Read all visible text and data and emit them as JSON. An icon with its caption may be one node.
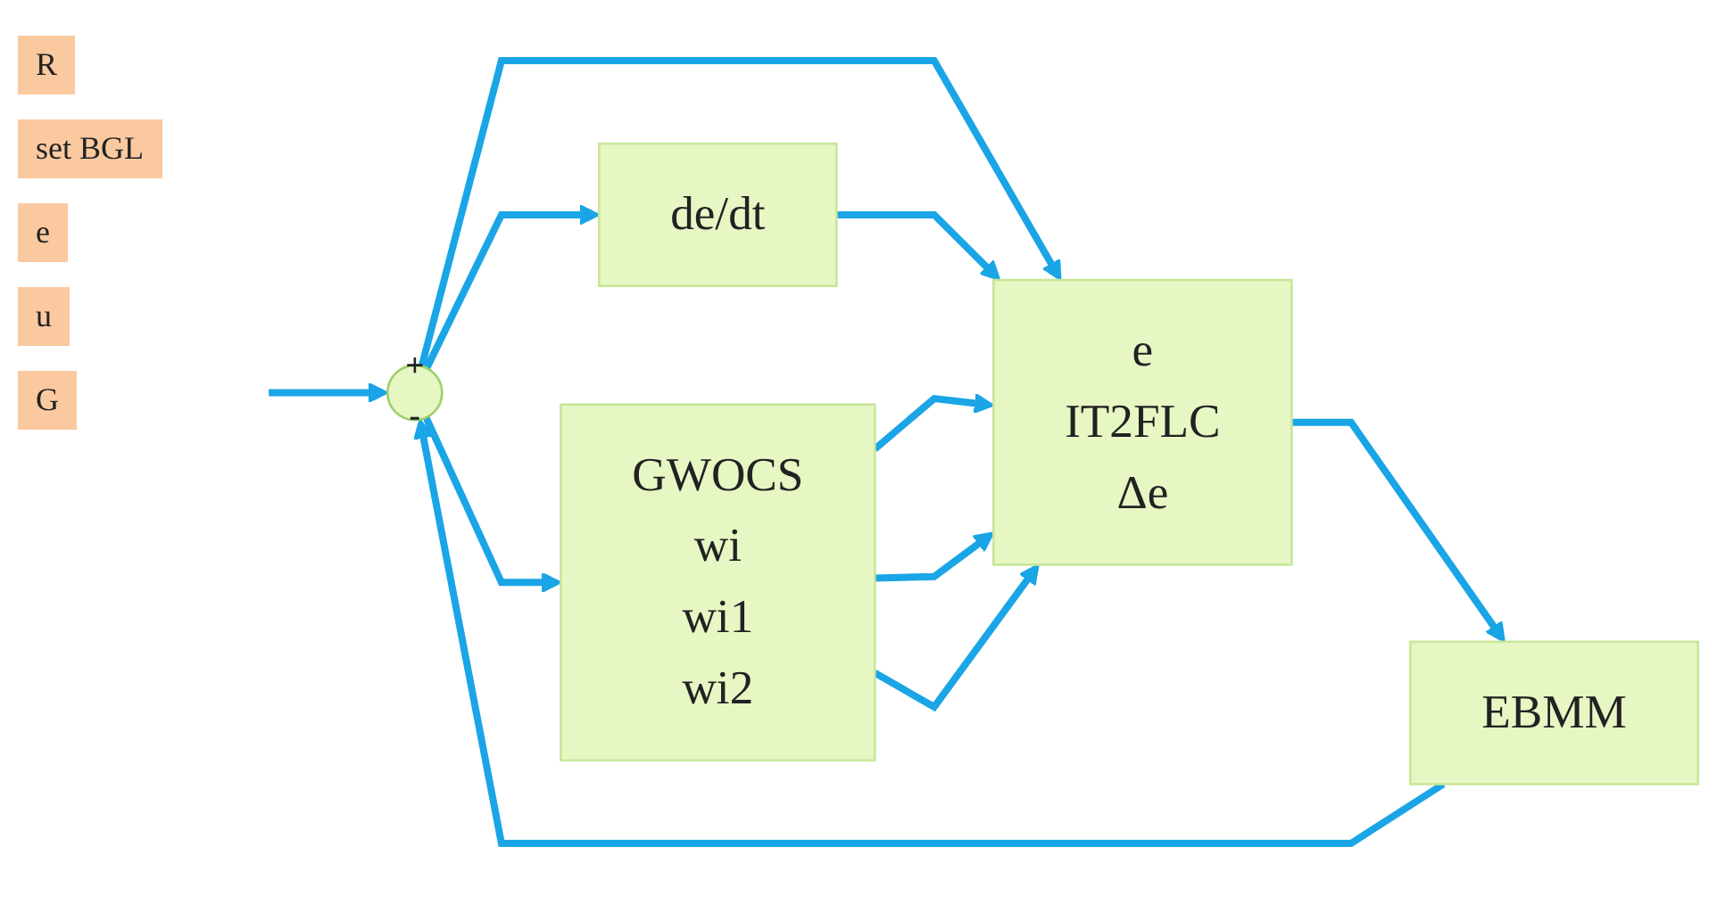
{
  "diagram": {
    "nodes": [
      {
        "text": [
          "+",
          "-"
        ]
      },
      {
        "text": [
          "GWOCS",
          "wi",
          "wi1",
          "wi2"
        ]
      },
      {
        "text": [
          "e",
          "IT2FLC",
          "Δe"
        ]
      },
      {
        "text": [
          "de/dt"
        ]
      },
      {
        "text": [
          "EBMM"
        ]
      }
    ],
    "edges": [
      {
        "from": null,
        "to": 0,
        "arrow": "to"
      },
      {
        "from": 0,
        "to": 1,
        "arrow": "to"
      },
      {
        "from": 0,
        "to": 2,
        "arrow": "to"
      },
      {
        "from": 0,
        "to": 3,
        "arrow": "to"
      },
      {
        "from": 3,
        "to": 2,
        "arrow": "to"
      },
      {
        "from": 1,
        "to": 2,
        "arrow": "to"
      },
      {
        "from": 1,
        "to": 2,
        "arrow": "to"
      },
      {
        "from": 1,
        "to": 2,
        "arrow": "to"
      },
      {
        "from": 2,
        "to": 4,
        "arrow": "to"
      },
      {
        "from": 4,
        "to": 0,
        "arrow": "to"
      }
    ],
    "labels": [
      "R",
      "set BGL",
      "e",
      "u",
      "G"
    ]
  }
}
